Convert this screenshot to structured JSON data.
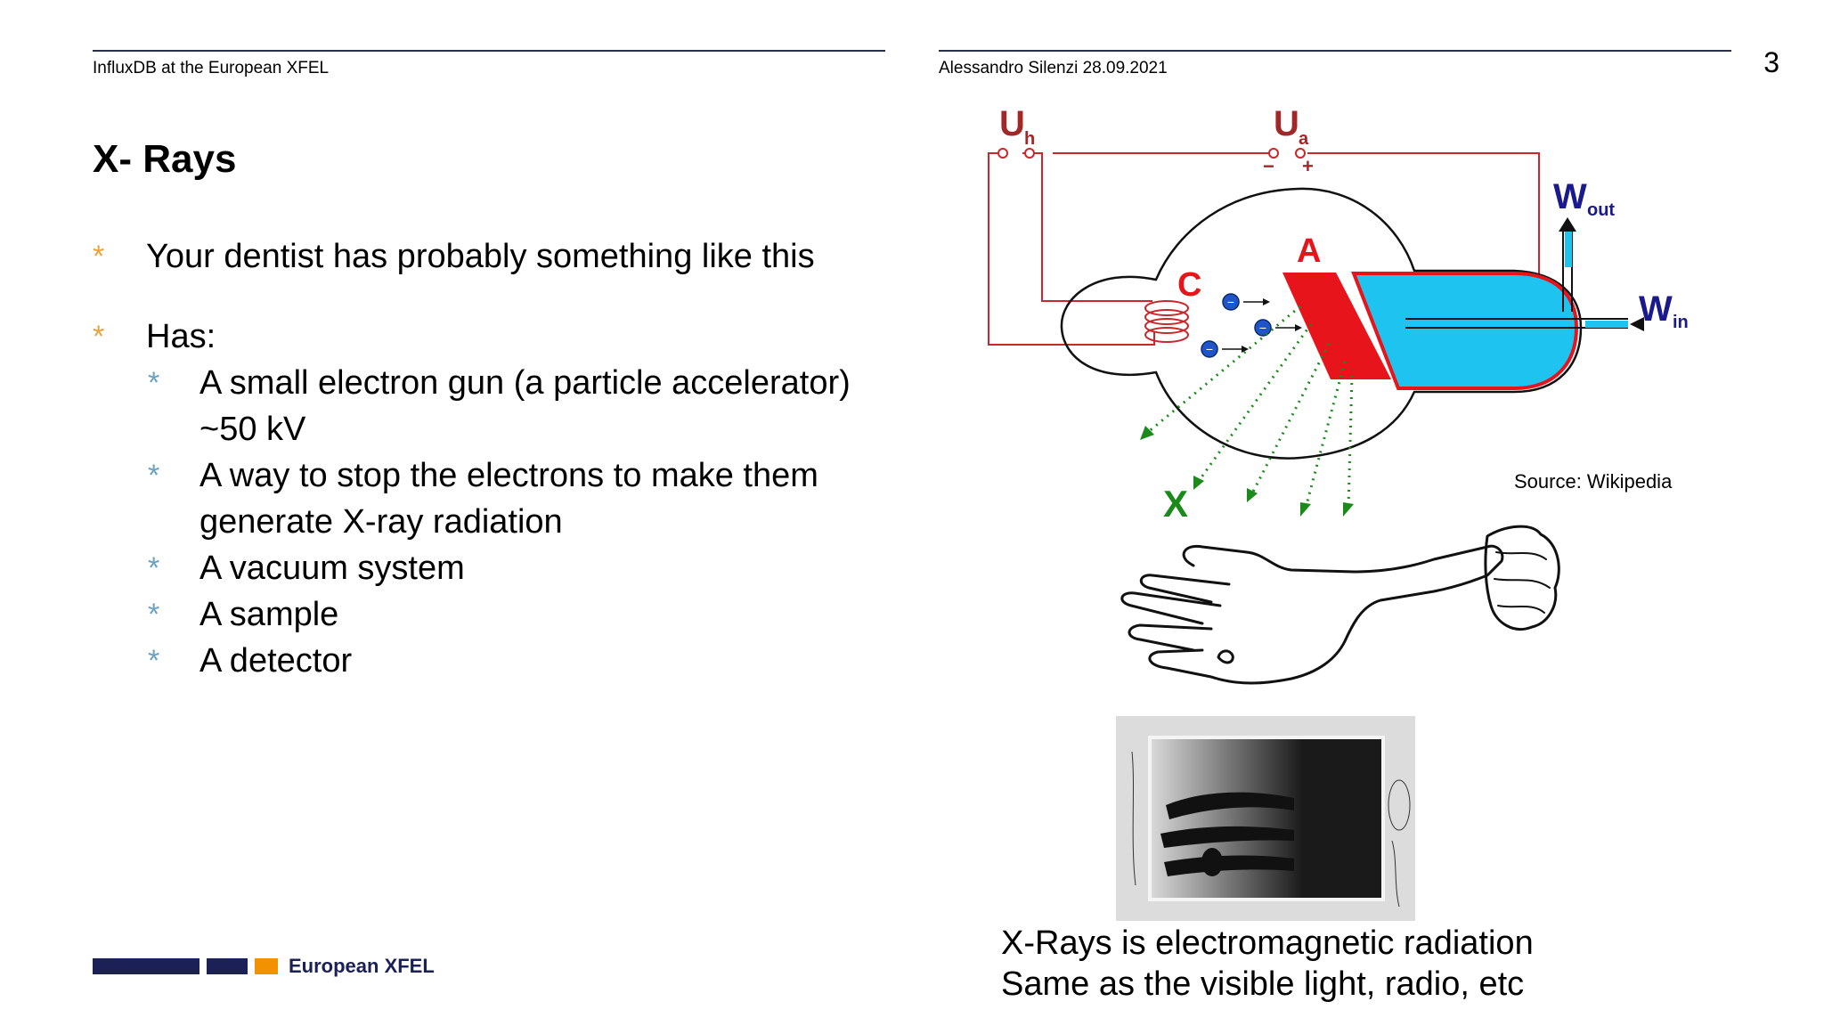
{
  "header": {
    "left_text": "InfluxDB at the European XFEL",
    "right_text": "Alessandro Silenzi 28.09.2021",
    "page_number": "3"
  },
  "slide": {
    "title": "X- Rays",
    "bullets": [
      {
        "text": "Your dentist has probably something like this"
      },
      {
        "text": "Has:"
      }
    ],
    "sub_bullets": [
      {
        "line1": "A small electron gun (a particle accelerator)",
        "line2": "~50 kV"
      },
      {
        "line1": "A way to stop the electrons to make them",
        "line2": "generate X-ray radiation"
      },
      {
        "line1": "A vacuum system",
        "line2": ""
      },
      {
        "line1": "A sample",
        "line2": ""
      },
      {
        "line1": "A detector",
        "line2": ""
      }
    ]
  },
  "diagram": {
    "label_uh": "U",
    "label_uh_sub": "h",
    "label_ua": "U",
    "label_ua_sub": "a",
    "label_minus": "−",
    "label_plus": "+",
    "label_c": "C",
    "label_a": "A",
    "label_x": "X",
    "label_wout": "W",
    "label_wout_sub": "out",
    "label_win": "W",
    "label_win_sub": "in",
    "electron_symbol": "−",
    "source": "Source: Wikipedia"
  },
  "caption": {
    "line1": "X-Rays is electromagnetic radiation",
    "line2": "Same as the visible light, radio, etc"
  },
  "footer": {
    "brand": "European XFEL"
  },
  "colors": {
    "navy": "#1b2156",
    "orange": "#f39200",
    "bullet_orange": "#e8a33d",
    "bullet_blue": "#6aa3c4",
    "diagram_red": "#e8141b",
    "diagram_cyan": "#1fc3ef",
    "diagram_green": "#1a8a1a",
    "diagram_darkred": "#a02828",
    "diagram_navy": "#1a1a8c"
  }
}
